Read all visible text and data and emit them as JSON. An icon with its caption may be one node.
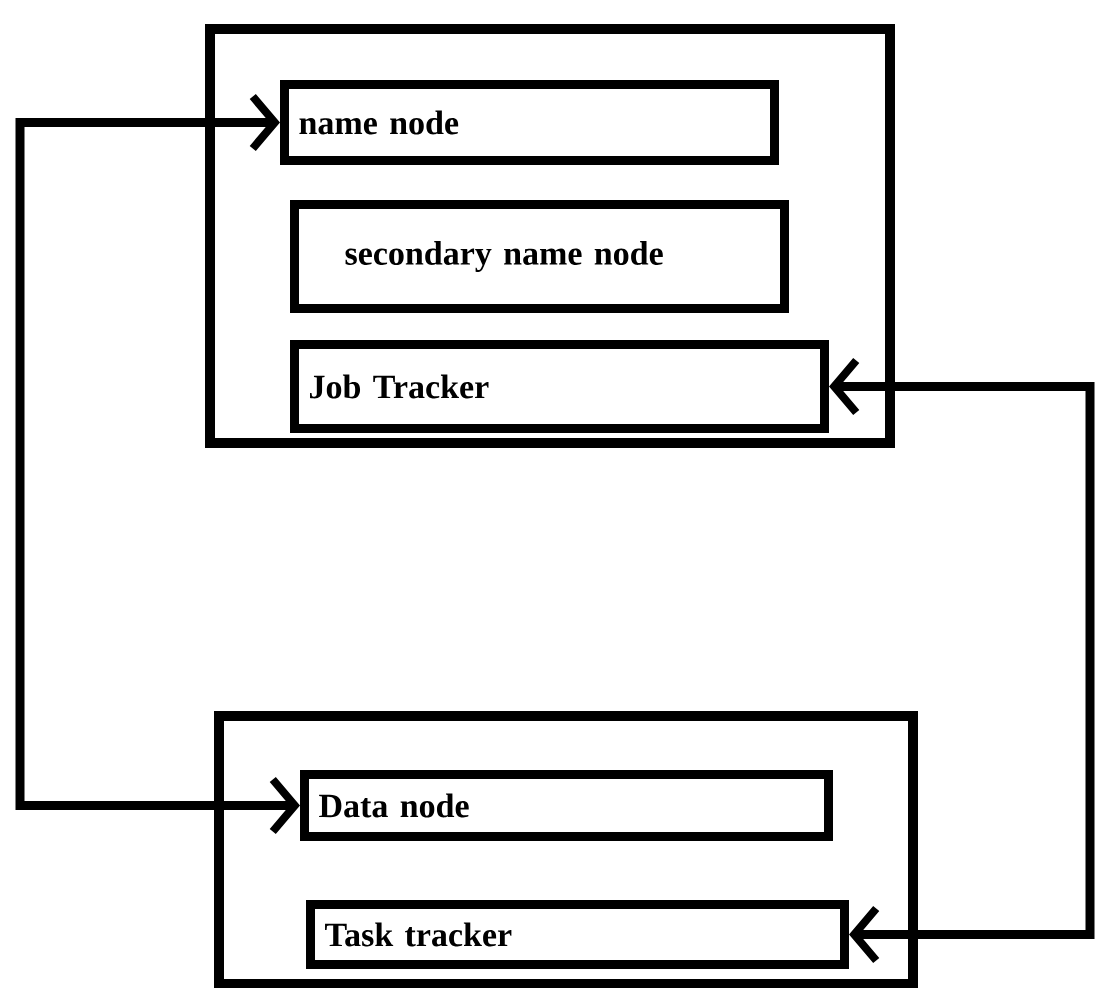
{
  "diagram": {
    "nodes": [
      {
        "text": [],
        "shape": "box"
      },
      {
        "text": [
          "name node"
        ],
        "in": 0
      },
      {
        "text": [
          "secondary name node"
        ],
        "in": 0
      },
      {
        "text": [
          "Job Tracker"
        ],
        "in": 0
      },
      {
        "text": [],
        "shape": "box"
      },
      {
        "text": [
          "Data node"
        ],
        "in": 4
      },
      {
        "text": [
          "Task tracker"
        ],
        "in": 4
      }
    ],
    "edges": [
      {
        "from": 1,
        "to": 5,
        "arrow": "both"
      },
      {
        "from": 3,
        "to": 6,
        "arrow": "both"
      }
    ]
  }
}
